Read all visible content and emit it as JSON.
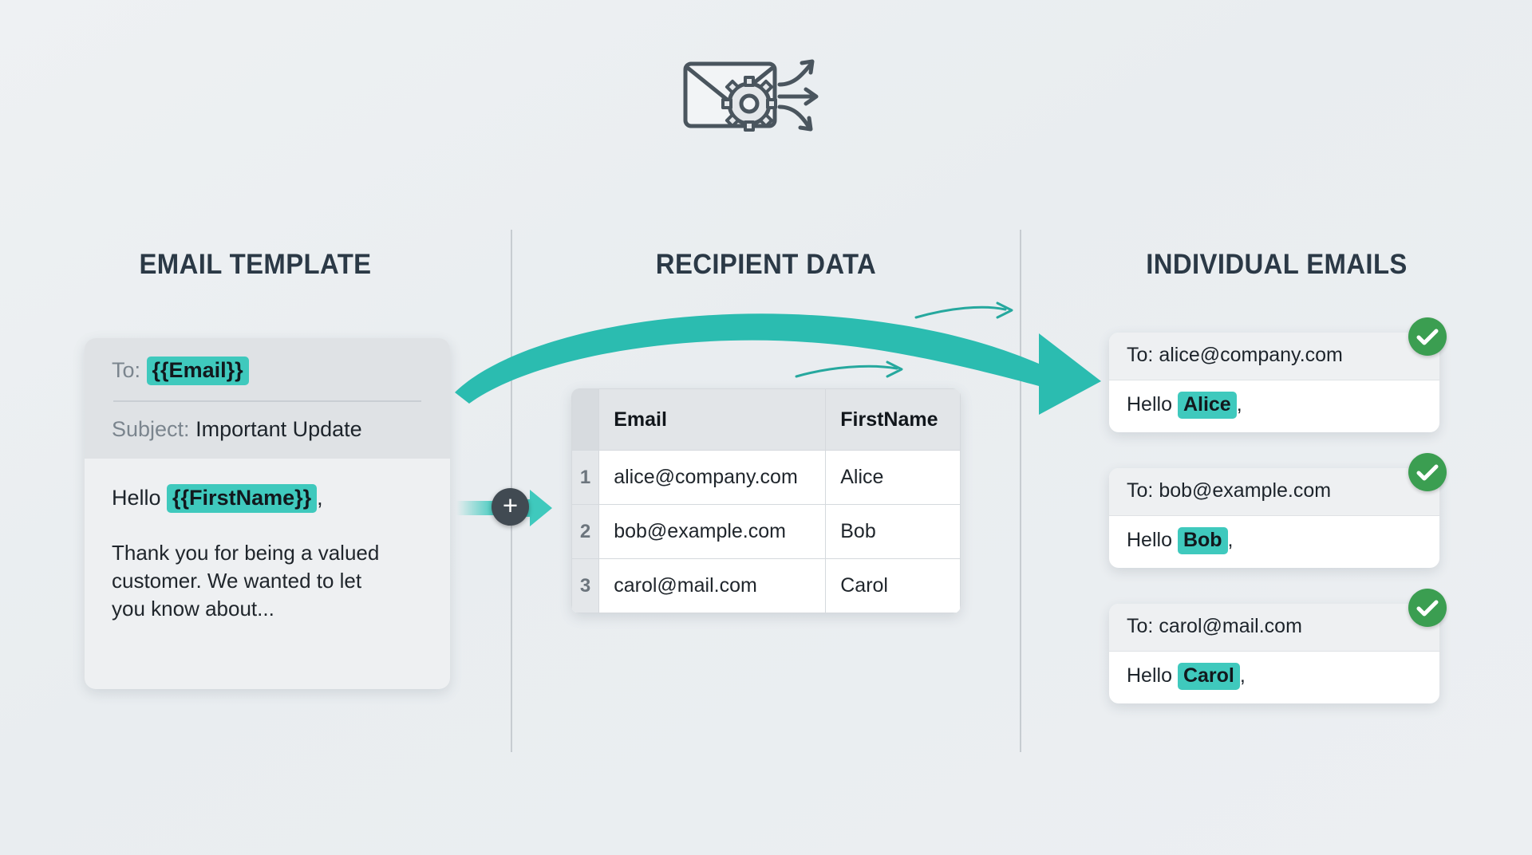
{
  "hero": {
    "icon": "envelope-gear-arrows-icon"
  },
  "columns": {
    "template_title": "EMAIL TEMPLATE",
    "data_title": "RECIPIENT DATA",
    "output_title": "INDIVIDUAL EMAILS"
  },
  "template_card": {
    "to_label": "To:",
    "to_value": "{{Email}}",
    "subject_label": "Subject:",
    "subject_value": "Important Update",
    "greeting_prefix": "Hello",
    "greeting_token": "{{FirstName}}",
    "greeting_suffix": ",",
    "body": "Thank you for being a valued customer. We wanted to let you know about..."
  },
  "connector": {
    "plus_label": "+"
  },
  "recipient_table": {
    "headers": [
      "",
      "Email",
      "FirstName"
    ],
    "rows": [
      {
        "num": "1",
        "email": "alice@company.com",
        "first": "Alice"
      },
      {
        "num": "2",
        "email": "bob@example.com",
        "first": "Bob"
      },
      {
        "num": "3",
        "email": "carol@mail.com",
        "first": "Carol"
      }
    ]
  },
  "output_emails": [
    {
      "to_label": "To:",
      "to_value": "alice@company.com",
      "greeting_prefix": "Hello",
      "greeting_token": "Alice",
      "greeting_suffix": ",",
      "status_icon": "check-circle-icon"
    },
    {
      "to_label": "To:",
      "to_value": "bob@example.com",
      "greeting_prefix": "Hello",
      "greeting_token": "Bob",
      "greeting_suffix": ",",
      "status_icon": "check-circle-icon"
    },
    {
      "to_label": "To:",
      "to_value": "carol@mail.com",
      "greeting_prefix": "Hello",
      "greeting_token": "Carol",
      "greeting_suffix": ",",
      "status_icon": "check-circle-icon"
    }
  ],
  "colors": {
    "accent_teal": "#3fc9bd",
    "arrow_teal": "#2bbcb0",
    "success_green": "#3b9e51",
    "heading_navy": "#2b3946",
    "background": "#eceff2"
  }
}
